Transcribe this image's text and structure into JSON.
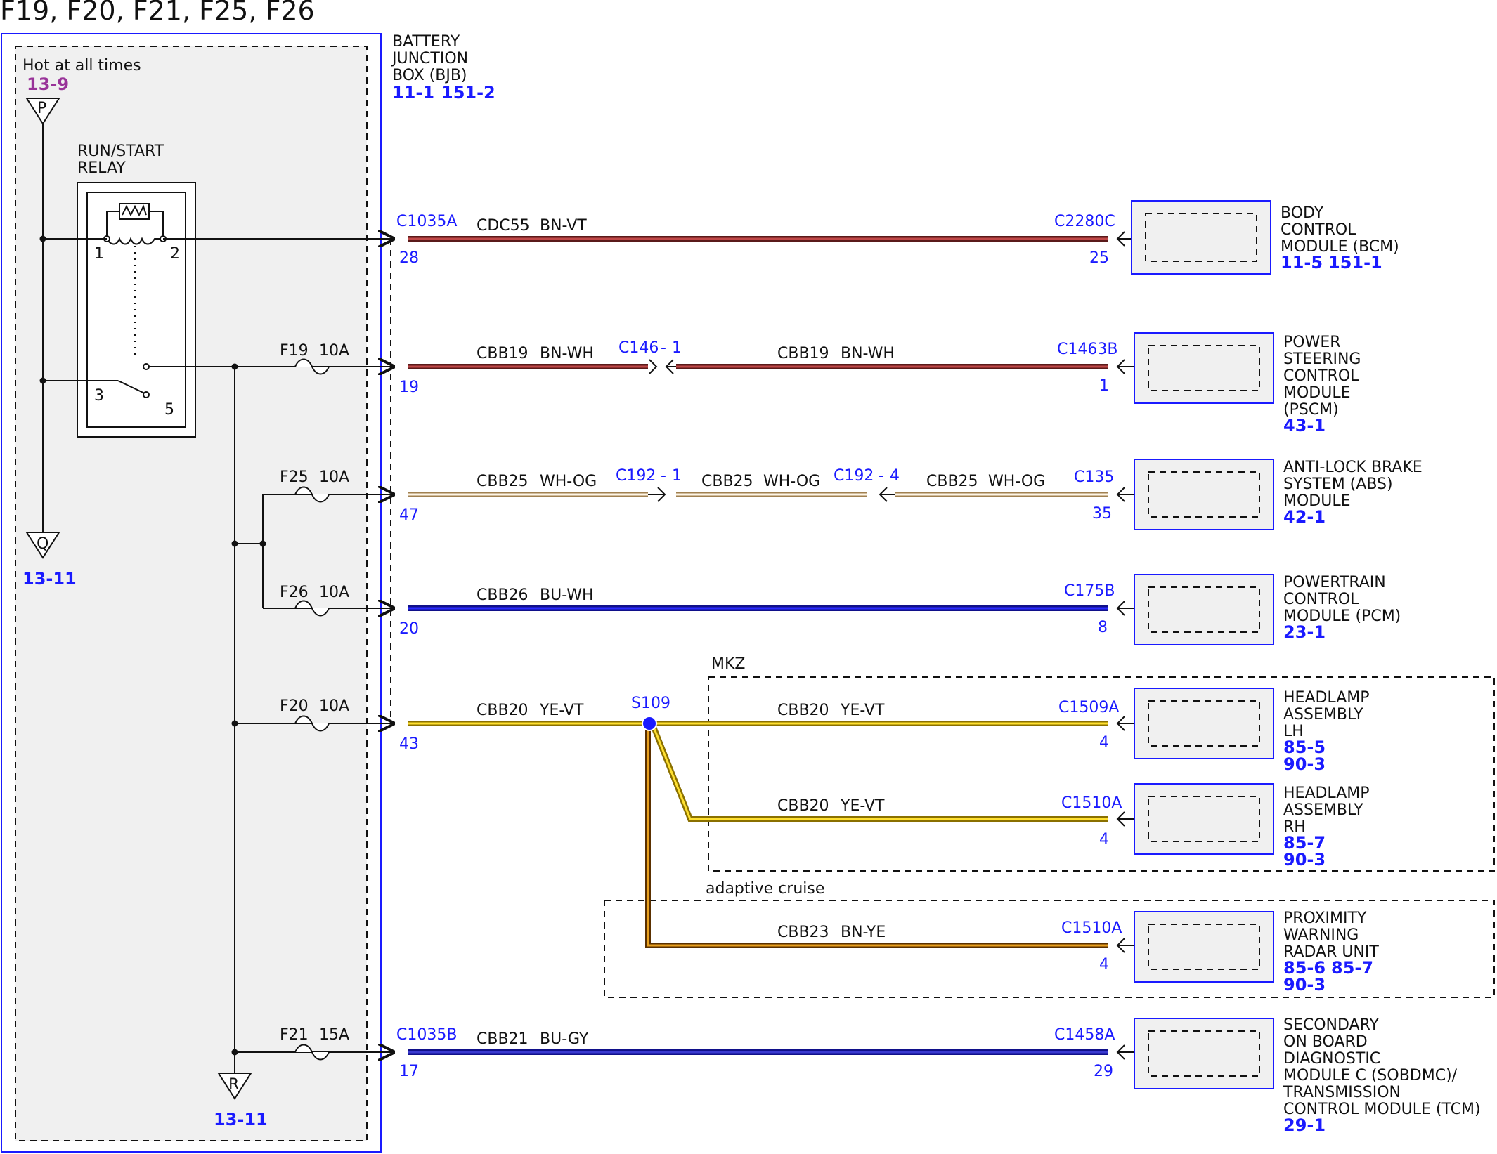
{
  "title": "F19, F20, F21, F25, F26",
  "colors": {
    "bn_vt": "#8b3a3a",
    "wh_og": "#f0d090",
    "bu_wh": "#1a1acc",
    "ye_vt": "#f5d020",
    "bn_ye": "#8b5a1a",
    "bu_gy": "#1a1acc",
    "blue": "#1a1aff",
    "purple": "#993399"
  },
  "bjb": {
    "name_lines": [
      "BATTERY",
      "JUNCTION",
      "BOX (BJB)"
    ],
    "refs": [
      "11-1",
      "151-2"
    ],
    "hot_label": "Hot at all times",
    "power_ref": "13-9",
    "terminal_p": "P",
    "terminal_q": "Q",
    "ref_q": "13-11",
    "terminal_r": "R",
    "ref_r": "13-11",
    "relay_lines": [
      "RUN/START",
      "RELAY"
    ],
    "relay_pins": [
      "1",
      "2",
      "3",
      "5"
    ]
  },
  "fuses": [
    {
      "name": "F19",
      "rating": "10A"
    },
    {
      "name": "F25",
      "rating": "10A"
    },
    {
      "name": "F26",
      "rating": "10A"
    },
    {
      "name": "F20",
      "rating": "10A"
    },
    {
      "name": "F21",
      "rating": "15A"
    }
  ],
  "circuits": [
    {
      "src_connector": "C1035A",
      "src_pin": "28",
      "segments": [
        {
          "wire": "CDC55",
          "color": "BN-VT"
        }
      ],
      "dst_connector": "C2280C",
      "dst_pin": "25"
    },
    {
      "src_pin": "19",
      "segments": [
        {
          "wire": "CBB19",
          "color": "BN-WH"
        },
        {
          "wire": "CBB19",
          "color": "BN-WH"
        }
      ],
      "inline": [
        "C146",
        "1"
      ],
      "dst_connector": "C1463B",
      "dst_pin": "1"
    },
    {
      "src_pin": "47",
      "segments": [
        {
          "wire": "CBB25",
          "color": "WH-OG"
        },
        {
          "wire": "CBB25",
          "color": "WH-OG"
        },
        {
          "wire": "CBB25",
          "color": "WH-OG"
        }
      ],
      "inline1": [
        "C192",
        "1"
      ],
      "inline2": [
        "C192",
        "4"
      ],
      "dst_connector": "C135",
      "dst_pin": "35"
    },
    {
      "src_pin": "20",
      "segments": [
        {
          "wire": "CBB26",
          "color": "BU-WH"
        }
      ],
      "dst_connector": "C175B",
      "dst_pin": "8"
    },
    {
      "src_pin": "43",
      "segments": [
        {
          "wire": "CBB20",
          "color": "YE-VT"
        },
        {
          "wire": "CBB20",
          "color": "YE-VT"
        }
      ],
      "splice": "S109",
      "dst_connector": "C1509A",
      "dst_pin": "4"
    },
    {
      "segments": [
        {
          "wire": "CBB20",
          "color": "YE-VT"
        }
      ],
      "dst_connector": "C1510A",
      "dst_pin": "4"
    },
    {
      "segments": [
        {
          "wire": "CBB23",
          "color": "BN-YE"
        }
      ],
      "dst_connector": "C1510A",
      "dst_pin": "4"
    },
    {
      "src_connector": "C1035B",
      "src_pin": "17",
      "segments": [
        {
          "wire": "CBB21",
          "color": "BU-GY"
        }
      ],
      "dst_connector": "C1458A",
      "dst_pin": "29"
    }
  ],
  "options": {
    "mkz": "MKZ",
    "adaptive": "adaptive cruise"
  },
  "modules": [
    {
      "lines": [
        "BODY",
        "CONTROL",
        "MODULE (BCM)"
      ],
      "refs": [
        "11-5",
        "151-1"
      ]
    },
    {
      "lines": [
        "POWER",
        "STEERING",
        "CONTROL",
        "MODULE",
        "(PSCM)"
      ],
      "refs": [
        "43-1"
      ]
    },
    {
      "lines": [
        "ANTI-LOCK BRAKE",
        "SYSTEM (ABS)",
        "MODULE"
      ],
      "refs": [
        "42-1"
      ]
    },
    {
      "lines": [
        "POWERTRAIN",
        "CONTROL",
        "MODULE (PCM)"
      ],
      "refs": [
        "23-1"
      ]
    },
    {
      "lines": [
        "HEADLAMP",
        "ASSEMBLY",
        "LH"
      ],
      "refs": [
        "85-5",
        "90-3"
      ]
    },
    {
      "lines": [
        "HEADLAMP",
        "ASSEMBLY",
        "RH"
      ],
      "refs": [
        "85-7",
        "90-3"
      ]
    },
    {
      "lines": [
        "PROXIMITY",
        "WARNING",
        "RADAR UNIT"
      ],
      "refs": [
        "85-6",
        "85-7",
        "90-3"
      ]
    },
    {
      "lines": [
        "SECONDARY",
        "ON BOARD",
        "DIAGNOSTIC",
        "MODULE C (SOBDMC)/",
        "TRANSMISSION",
        "CONTROL MODULE (TCM)"
      ],
      "refs": [
        "29-1"
      ]
    }
  ]
}
